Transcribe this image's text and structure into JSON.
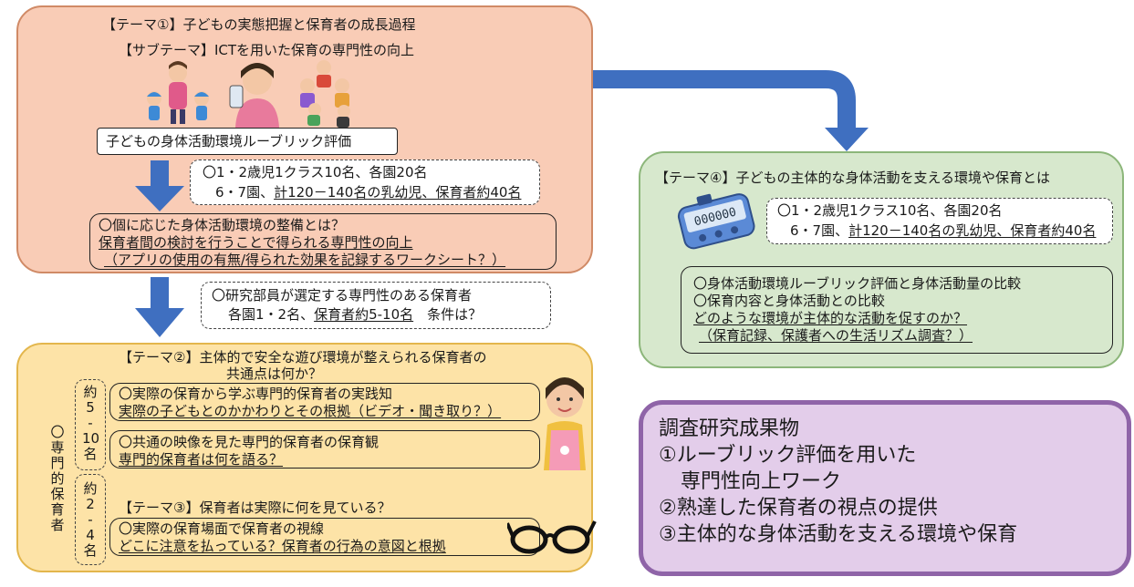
{
  "theme1": {
    "title": "【テーマ①】子どもの実態把握と保育者の成長過程",
    "subtitle": "【サブテーマ】ICTを用いた保育の専門性の向上",
    "rubric_label": "子どもの身体活動環境ルーブリック評価",
    "sample_line1": "〇1・2歳児1クラス10名、各園20名",
    "sample_line2_pre": "6・7園、",
    "sample_line2_u": "計120－140名の乳幼児、保育者約40名",
    "q1": "〇個に応じた身体活動環境の整備とは？",
    "q2": "保育者間の検討を行うことで得られる専門性の向上",
    "q3": "（アプリの使用の有無/得られた効果を記録するワークシート？）"
  },
  "selection": {
    "line1": "〇研究部員が選定する専門性のある保育者",
    "line2_pre": "各園1・2名、",
    "line2_u": "保育者約5-10名",
    "line2_post": "　条件は？"
  },
  "theme2": {
    "title1": "【テーマ②】主体的で安全な遊び環境が整えられる保育者の",
    "title2": "共通点は何か？",
    "side_label": [
      "〇",
      "専",
      "門",
      "的",
      "保",
      "育",
      "者"
    ],
    "group1_label": [
      "約",
      "5",
      "-",
      "10",
      "名"
    ],
    "group2_label": [
      "約",
      "2",
      "-",
      "4",
      "名"
    ],
    "b1_line1": "〇実際の保育から学ぶ専門的保育者の実践知",
    "b1_line2": "実際の子どもとのかかわりとその根拠（ビデオ・聞き取り？）",
    "b2_line1": "〇共通の映像を見た専門的保育者の保育観",
    "b2_line2": "専門的保育者は何を語る？",
    "theme3_title": "【テーマ③】保育者は実際に何を見ている？",
    "b3_line1": "〇実際の保育場面で保育者の視線",
    "b3_line2": "どこに注意を払っている？保育者の行為の意図と根拠"
  },
  "theme4": {
    "title": "【テーマ④】子どもの主体的な身体活動を支える環境や保育とは",
    "sample_line1": "〇1・2歳児1クラス10名、各園20名",
    "sample_line2_pre": "6・7園、",
    "sample_line2_u": "計120－140名の乳幼児、保育者約40名",
    "pedometer_display": "000000",
    "c1": "〇身体活動環境ルーブリック評価と身体活動量の比較",
    "c2": "〇保育内容と身体活動との比較",
    "c3": "どのような環境が主体的な活動を促すのか？",
    "c4": "（保育記録、保護者への生活リズム調査？）"
  },
  "outcomes": {
    "title": "調査研究成果物",
    "item1a": "①ルーブリック評価を用いた",
    "item1b": "専門性向上ワーク",
    "item2": "②熟達した保育者の視点の提供",
    "item3": "③主体的な身体活動を支える環境や保育"
  },
  "colors": {
    "theme1_bg": "#f9ccb6",
    "theme2_bg": "#fde3a7",
    "theme4_bg": "#d7e8cd",
    "outcomes_bg": "#e3cdea",
    "outcomes_border": "#8f64a8",
    "arrow": "#3f6fc0"
  }
}
